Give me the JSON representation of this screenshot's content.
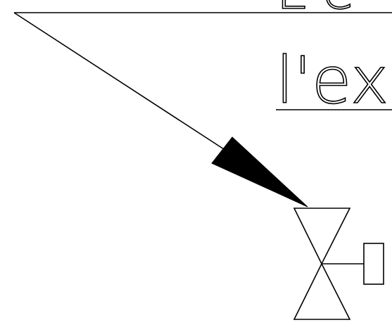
{
  "diagram": {
    "top_text": "L'e",
    "middle_text": "l'ex",
    "stroke_color": "#000000",
    "background_color": "#ffffff",
    "symbols": {
      "leader": "leader-arrow",
      "valve": "valve-icon",
      "actuator": "actuator-icon"
    }
  }
}
